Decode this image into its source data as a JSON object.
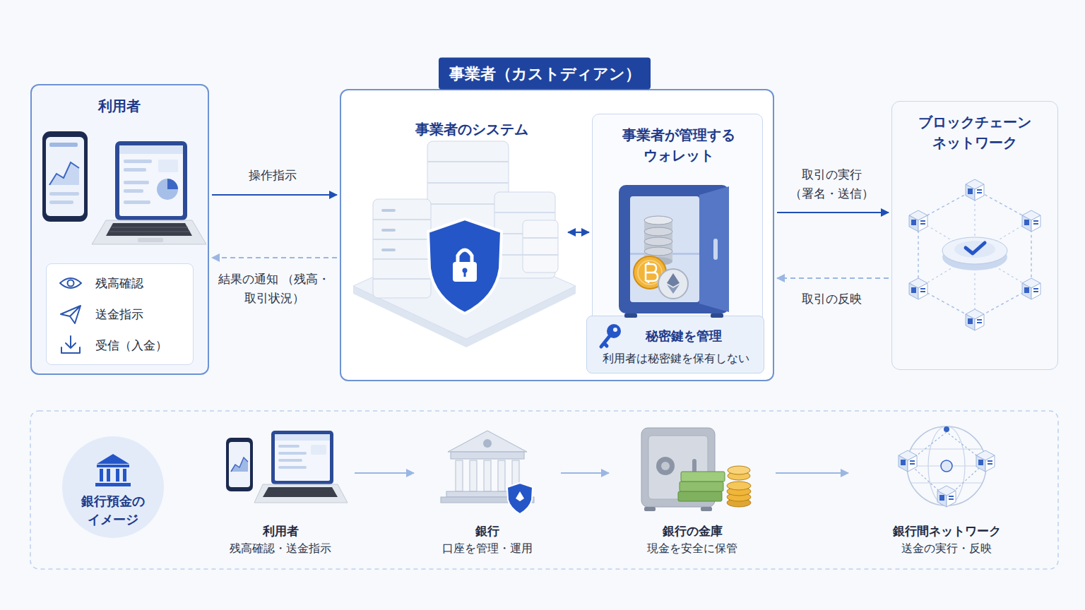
{
  "diagram": {
    "nodes": [
      {
        "text": [
          "利用者"
        ]
      },
      {
        "text": [
          "残高確認",
          "送金指示",
          "受信（入金）"
        ],
        "in": 0
      },
      {
        "text": [
          "事業者（カストディアン）"
        ]
      },
      {
        "text": [
          "事業者のシステム"
        ],
        "in": 2
      },
      {
        "text": [
          "事業者が管理する ウォレット"
        ],
        "in": 2
      },
      {
        "text": [
          "秘密鍵を管理",
          "利用者は秘密鍵を保有しない"
        ],
        "in": 4
      },
      {
        "text": [
          "ブロックチェーン ネットワーク"
        ]
      },
      {
        "text": [
          "銀行預金の イメージ"
        ]
      },
      {
        "text": [
          "利用者",
          "残高確認・送金指示"
        ]
      },
      {
        "text": [
          "銀行",
          "口座を管理・運用"
        ]
      },
      {
        "text": [
          "銀行の金庫",
          "現金を安全に保管"
        ]
      },
      {
        "text": [
          "銀行間ネットワーク",
          "送金の実行・反映"
        ]
      }
    ],
    "edges": [
      {
        "from": 0,
        "to": 2,
        "label": "操作指示",
        "arrow": "to"
      },
      {
        "from": 2,
        "to": 0,
        "label": "結果の通知 （残高・取引状況）",
        "arrow": "to"
      },
      {
        "from": 3,
        "to": 4,
        "arrow": "both"
      },
      {
        "from": 2,
        "to": 6,
        "label": "取引の実行 （署名・送信）",
        "arrow": "to"
      },
      {
        "from": 6,
        "to": 2,
        "label": "取引の反映",
        "arrow": "to"
      },
      {
        "from": 8,
        "to": 9,
        "arrow": "to"
      },
      {
        "from": 9,
        "to": 10,
        "arrow": "to"
      },
      {
        "from": 10,
        "to": 11,
        "arrow": "to"
      }
    ]
  }
}
